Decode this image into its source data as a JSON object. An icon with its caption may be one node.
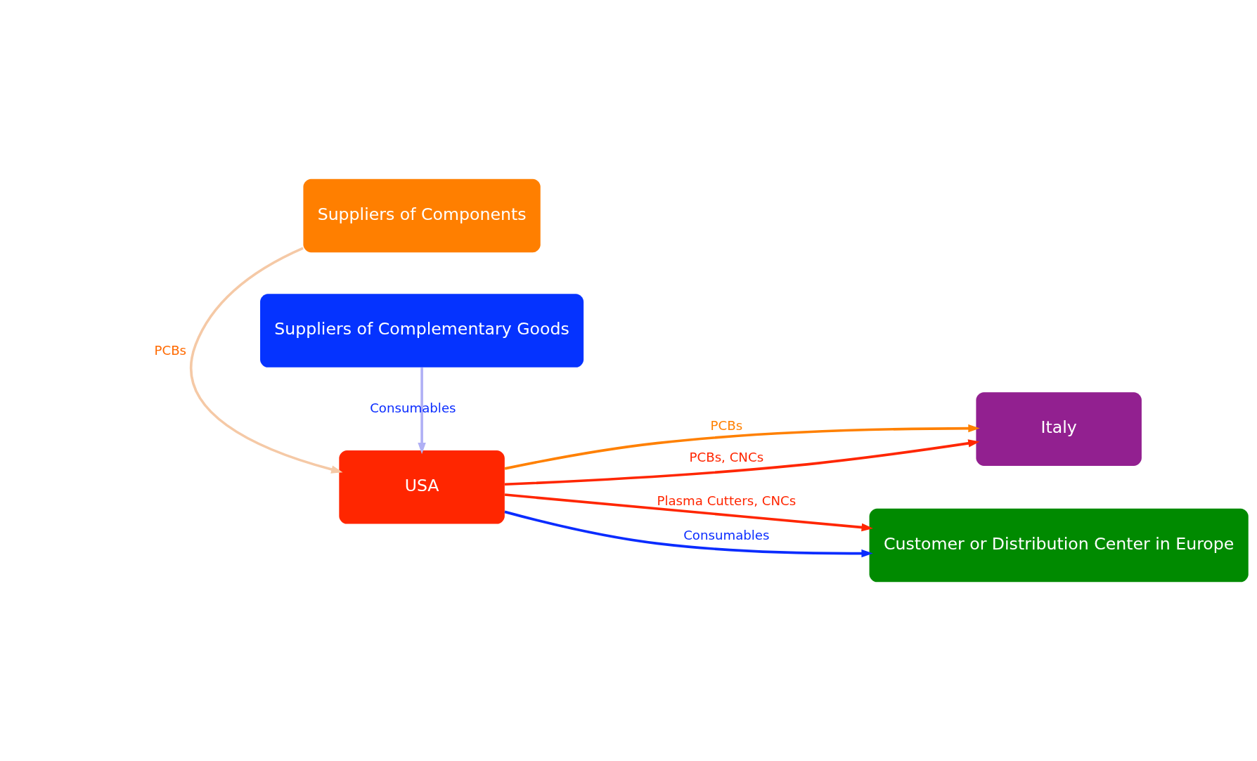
{
  "diagram": {
    "nodes": [
      {
        "text": [
          "Suppliers of Components"
        ]
      },
      {
        "text": [
          "USA"
        ]
      },
      {
        "text": [
          "Italy"
        ]
      },
      {
        "text": [
          "Customer or Distribution Center in Europe"
        ]
      },
      {
        "text": [
          "Suppliers of Complementary Goods"
        ]
      }
    ],
    "edges": [
      {
        "from": 0,
        "to": 1,
        "arrow": "to",
        "label": "PCBs",
        "color": "#f5c9a6"
      },
      {
        "from": 1,
        "to": 2,
        "arrow": "to",
        "label": "PCBs",
        "color": "#ff8000"
      },
      {
        "from": 1,
        "to": 2,
        "arrow": "to",
        "label": "PCBs, CNCs"
      },
      {
        "from": 1,
        "to": 3,
        "arrow": "to",
        "label": "Plasma Cutters, CNCs"
      },
      {
        "from": 1,
        "to": 3,
        "arrow": "to",
        "label": "Consumables",
        "color": "#0a2cff"
      },
      {
        "from": 4,
        "to": 1,
        "arrow": "to",
        "label": "Consumables",
        "color": "#b0b0f5"
      }
    ]
  }
}
